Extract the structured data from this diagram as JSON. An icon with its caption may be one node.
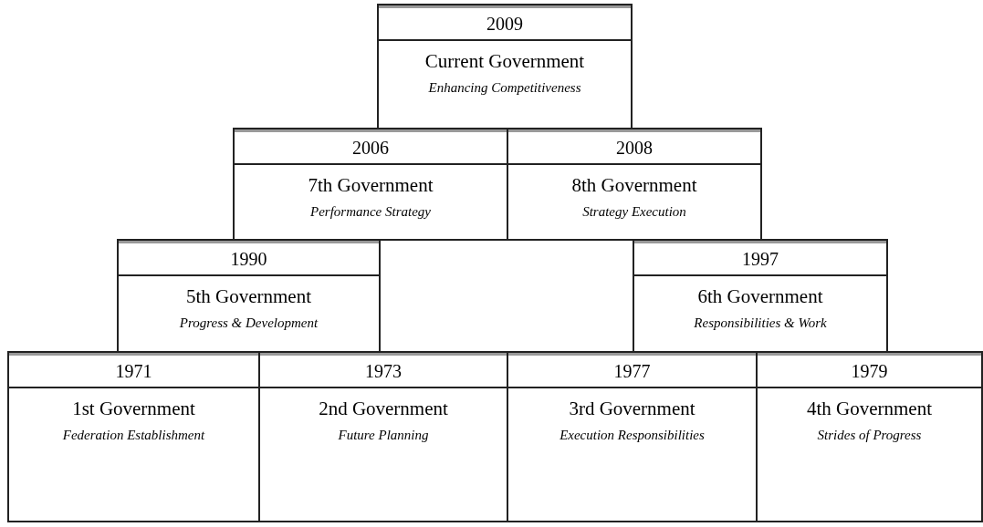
{
  "diagram": {
    "nodes": [
      {
        "text": [
          "2009",
          "Current Government",
          "Enhancing Competitiveness"
        ]
      },
      {
        "text": [
          "2006",
          "7th Government",
          "Performance Strategy"
        ]
      },
      {
        "text": [
          "2008",
          "8th Government",
          "Strategy Execution"
        ]
      },
      {
        "text": [
          "1990",
          "5th Government",
          "Progress & Development"
        ]
      },
      {
        "text": [
          "1997",
          "6th Government",
          "Responsibilities & Work"
        ]
      },
      {
        "text": [
          "1971",
          "1st Government",
          "Federation Establishment"
        ]
      },
      {
        "text": [
          "1973",
          "2nd Government",
          "Future Planning"
        ]
      },
      {
        "text": [
          "1977",
          "3rd Government",
          "Execution Responsibilities"
        ]
      },
      {
        "text": [
          "1979",
          "4th Government",
          "Strides of Progress"
        ]
      }
    ]
  }
}
